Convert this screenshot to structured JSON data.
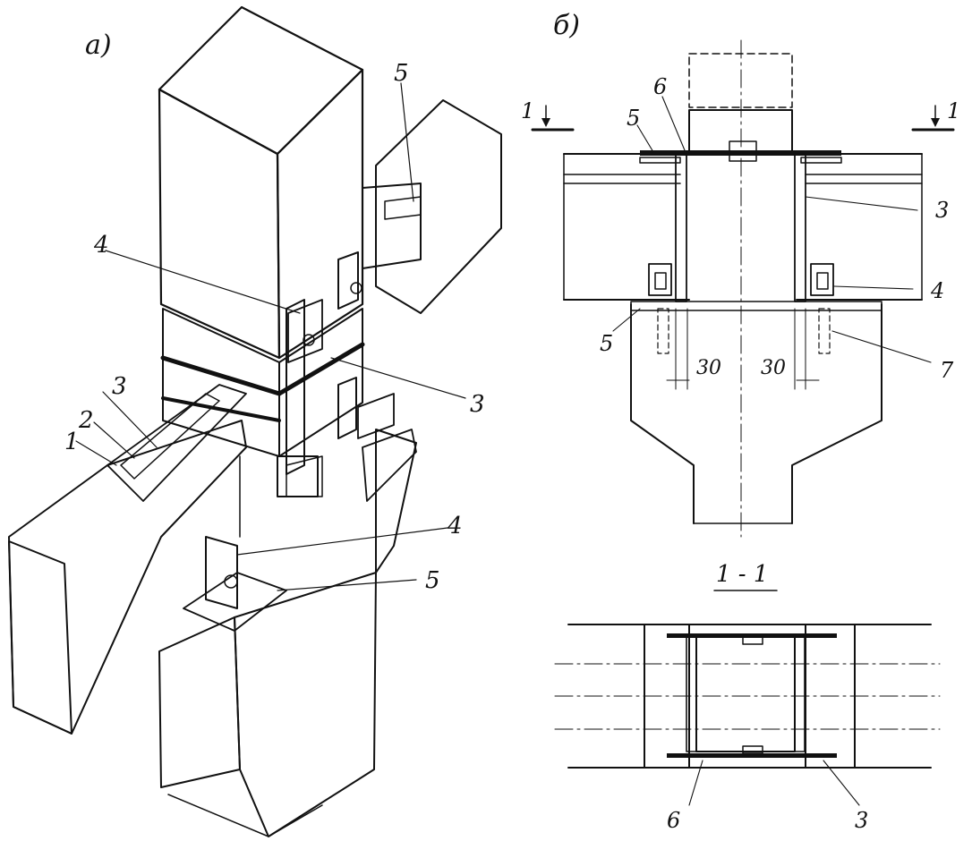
{
  "panel_a": {
    "title": "a)",
    "callouts": {
      "c1": "1",
      "c2": "2",
      "c3a": "3",
      "c3b": "3",
      "c4a": "4",
      "c4b": "4",
      "c5a": "5",
      "c5b": "5"
    }
  },
  "panel_b": {
    "title": "б)",
    "callouts": {
      "c1l": "1",
      "c1r": "1",
      "c5t": "5",
      "c6": "6",
      "c3": "3",
      "c4": "4",
      "c5b": "5",
      "c7": "7"
    },
    "dims": {
      "d30l": "30",
      "d30r": "30"
    }
  },
  "section": {
    "title": "1 - 1",
    "callouts": {
      "c6": "6",
      "c3": "3"
    }
  },
  "colors": {
    "ink": "#111111",
    "paper": "#ffffff"
  }
}
